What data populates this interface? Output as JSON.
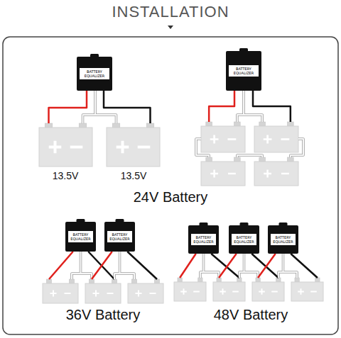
{
  "diagram": {
    "title": "INSTALLATION",
    "nodes": [
      {
        "text": [
          "BATTERY EQUALIZER"
        ]
      },
      {
        "text": [
          "BATTERY EQUALIZER"
        ]
      },
      {
        "text": [
          "BATTERY EQUALIZER"
        ]
      },
      {
        "text": [
          "BATTERY EQUALIZER"
        ]
      },
      {
        "text": [
          "BATTERY EQUALIZER"
        ]
      },
      {
        "text": [
          "BATTERY EQUALIZER"
        ]
      },
      {
        "text": [
          "BATTERY EQUALIZER"
        ]
      }
    ],
    "labels": [
      "13.5V",
      "13.5V",
      "24V Battery",
      "36V Battery",
      "48V Battery"
    ]
  }
}
